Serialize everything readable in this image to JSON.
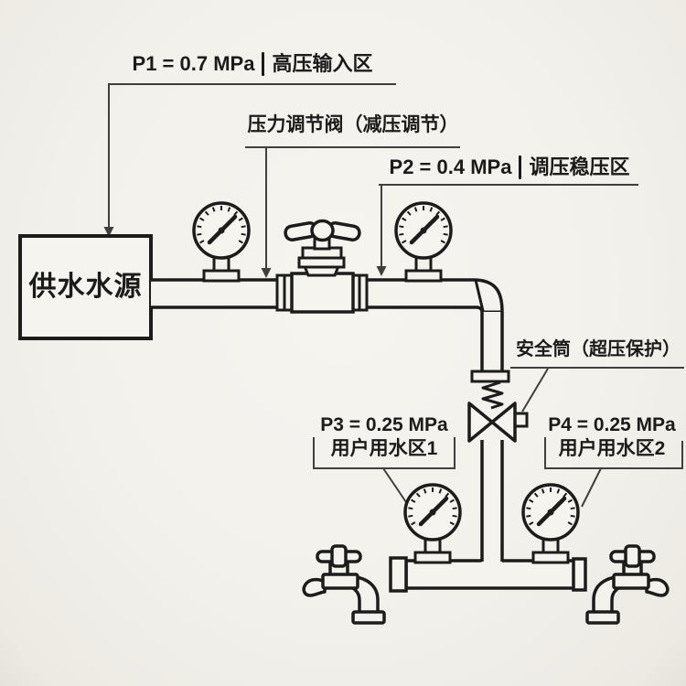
{
  "colors": {
    "background": "#f3f1ec",
    "ink": "#1c1c1c",
    "leader": "#3f3f3f"
  },
  "source_box": {
    "label": "供水水源"
  },
  "labels": {
    "p1": {
      "value": "P1 = 0.7 MPa",
      "zone": "高压输入区"
    },
    "regulator": {
      "text": "压力调节阀（减压调节）"
    },
    "p2": {
      "value": "P2 = 0.4 MPa",
      "zone": "调压稳压区"
    },
    "safety": {
      "text": "安全筒（超压保护）"
    },
    "p3": {
      "value": "P3 = 0.25 MPa",
      "zone": "用户用水区1"
    },
    "p4": {
      "value": "P4 = 0.25 MPa",
      "zone": "用户用水区2"
    }
  },
  "components": {
    "gauges": [
      "pressure-gauge-p1",
      "pressure-gauge-p2",
      "pressure-gauge-p3",
      "pressure-gauge-p4"
    ],
    "regulator_valve": "handwheel-valve-icon",
    "safety_device": "safety-relief-valve-icon",
    "faucets": [
      "faucet-left-icon",
      "faucet-right-icon"
    ],
    "source": "supply-box"
  }
}
